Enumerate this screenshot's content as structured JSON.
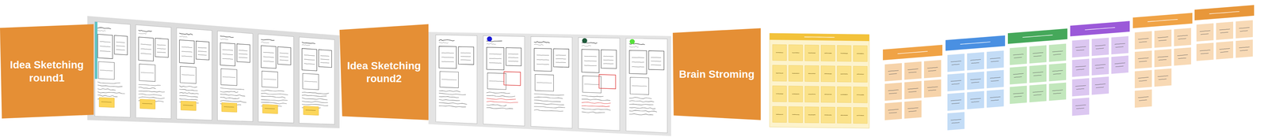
{
  "diagram": {
    "nodes": [
      {
        "text": [
          "Idea Sketching round1"
        ]
      },
      {
        "text": [
          "Idea Sketching round2"
        ]
      },
      {
        "text": [
          "Brain Stroming"
        ]
      }
    ]
  }
}
